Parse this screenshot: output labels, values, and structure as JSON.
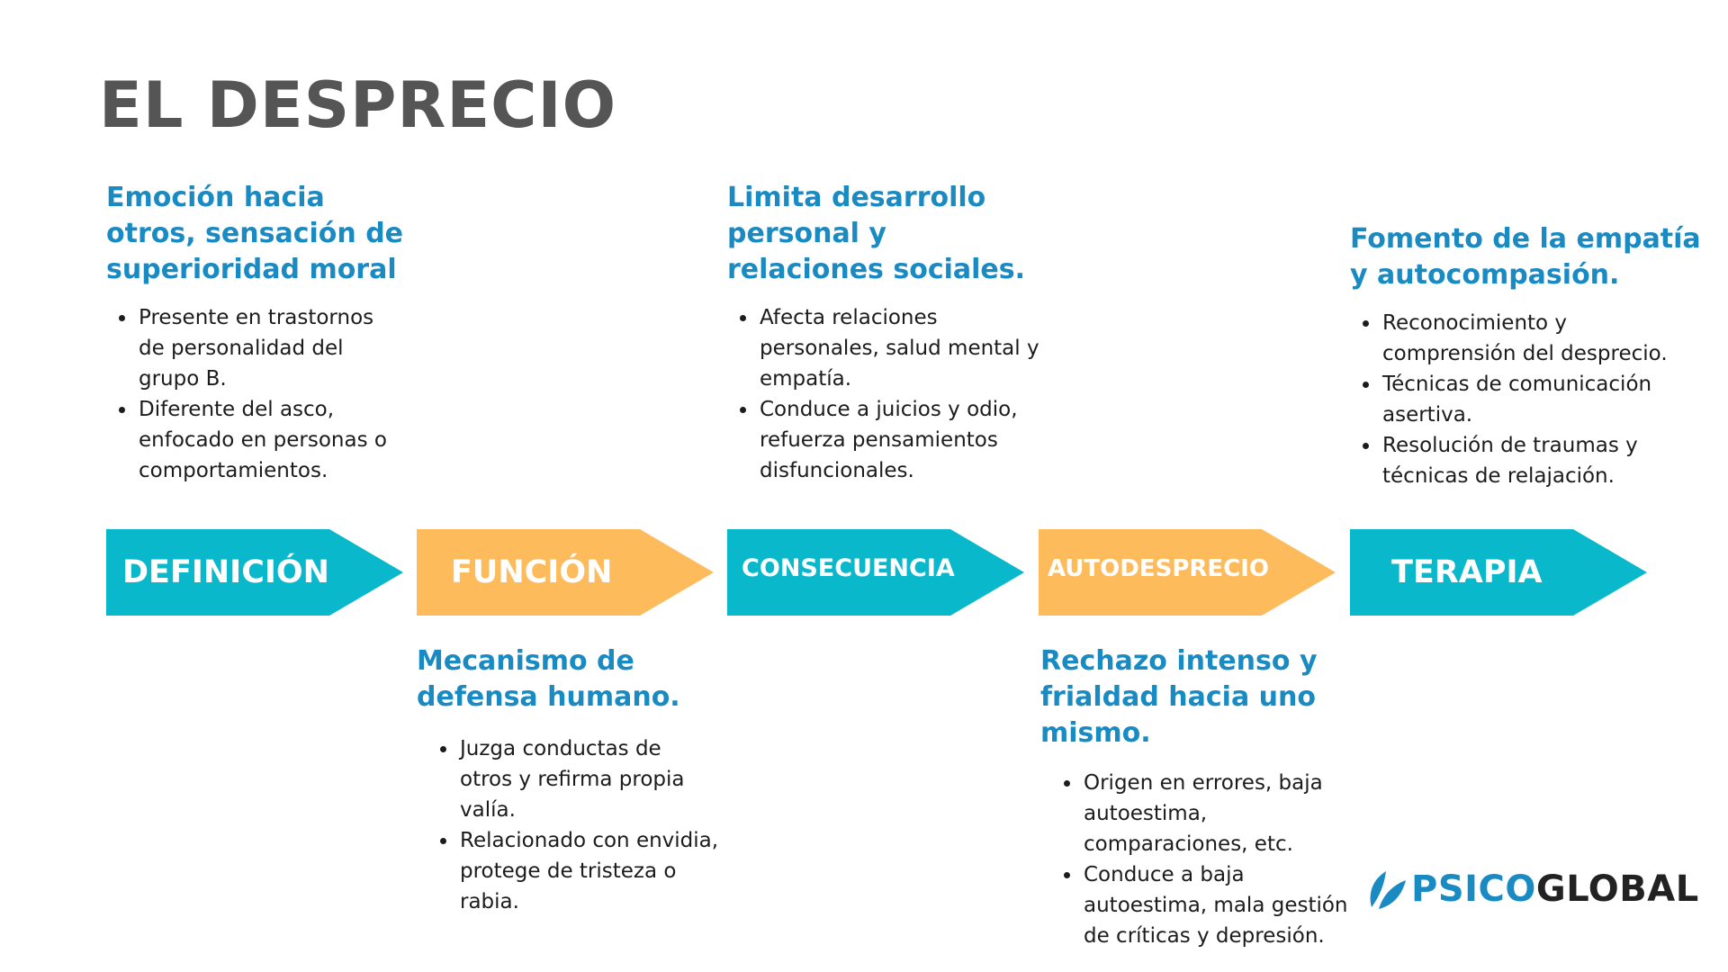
{
  "title": "EL DESPRECIO",
  "colors": {
    "teal": "#0ab8cc",
    "orange": "#fdbb5c",
    "heading_blue": "#1a8ac2",
    "title_gray": "#555555"
  },
  "steps": [
    {
      "label": "DEFINICIÓN",
      "color": "#0ab8cc",
      "heading": "Emoción hacia\notros, sensación de\nsuperioridad moral",
      "bullets": [
        "Presente en trastornos\nde personalidad del\ngrupo B.",
        "Diferente del asco,\nenfocado en personas o\ncomportamientos."
      ]
    },
    {
      "label": "FUNCIÓN",
      "color": "#fdbb5c",
      "heading": "Mecanismo de\ndefensa humano.",
      "bullets": [
        "Juzga conductas de\notros y refirma propia\nvalía.",
        "Relacionado con envidia,\nprotege de tristeza o\nrabia."
      ]
    },
    {
      "label": "CONSECUENCIA",
      "color": "#0ab8cc",
      "heading": "Limita desarrollo\npersonal y\nrelaciones sociales.",
      "bullets": [
        "Afecta relaciones\npersonales, salud mental y\nempatía.",
        "Conduce a juicios y odio,\nrefuerza pensamientos\ndisfuncionales."
      ]
    },
    {
      "label": "AUTODESPRECIO",
      "color": "#fdbb5c",
      "heading": "Rechazo intenso y\nfrialdad hacia uno\nmismo.",
      "bullets": [
        "Origen en errores, baja\nautoestima,\ncomparaciones, etc.",
        "Conduce a baja\nautoestima, mala gestión\nde críticas y depresión."
      ]
    },
    {
      "label": "TERAPIA",
      "color": "#0ab8cc",
      "heading": "Fomento de la empatía\ny autocompasión.",
      "bullets": [
        "Reconocimiento y\ncomprensión del desprecio.",
        "Técnicas de comunicación\nasertiva.",
        "Resolución de traumas y\ntécnicas de relajación."
      ]
    }
  ],
  "logo": {
    "part1": "PSICO",
    "part2": "GLOBAL",
    "icon": "leaf-logo-icon"
  }
}
